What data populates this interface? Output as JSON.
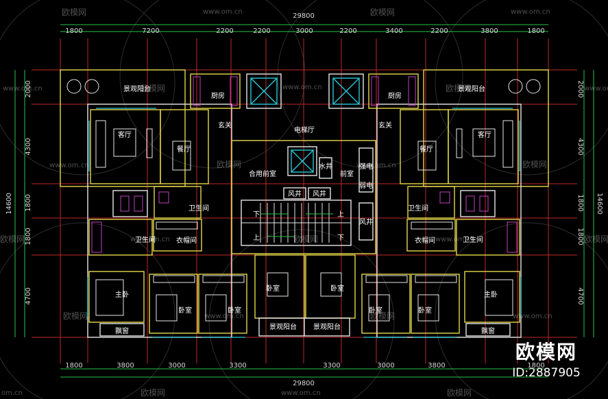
{
  "watermark": {
    "site": "www.om.cn",
    "site_short": "om.cn",
    "brand": "欧模网",
    "brand_id": "ID:2887905"
  },
  "dimensions": {
    "overall_top": "29800",
    "overall_bottom": "29800",
    "top_segments": [
      "1800",
      "7200",
      "2200",
      "2200",
      "3000",
      "2200",
      "3400",
      "2200",
      "3800",
      "1800"
    ],
    "bottom_segments": [
      "1800",
      "3800",
      "3000",
      "3300",
      "3300",
      "3000",
      "3800",
      "1800"
    ],
    "left_segments": [
      "2000",
      "4300",
      "1800",
      "1800",
      "4700"
    ],
    "right_segments": [
      "2000",
      "4300",
      "1800",
      "1800",
      "4700"
    ],
    "left_total": "14600",
    "right_total": "14600"
  },
  "rooms": {
    "kitchen": "厨房",
    "landscape_balcony": "景观阳台",
    "entrance": "玄关",
    "elevator_hall": "电梯厅",
    "living_room": "客厅",
    "dining_room": "餐厅",
    "shared_lobby": "合用前室",
    "water_shaft": "水井",
    "lobby": "前室",
    "strong_current": "强电",
    "weak_current": "弱电",
    "wind_shaft": "风井",
    "bathroom": "卫生间",
    "cloakroom": "衣帽间",
    "master_bedroom": "主卧",
    "bedroom": "卧室",
    "bay_window": "飘窗",
    "down": "下",
    "up": "上"
  },
  "colors": {
    "background": "#000000",
    "wall_yellow": "#e6d84a",
    "wall_white": "#e8e8e8",
    "axis_green": "#27c64a",
    "axis_red": "#c02828",
    "window_cyan": "#28c8d8",
    "fixture_magenta": "#c040c0",
    "dim_text": "#d8d8d8"
  }
}
